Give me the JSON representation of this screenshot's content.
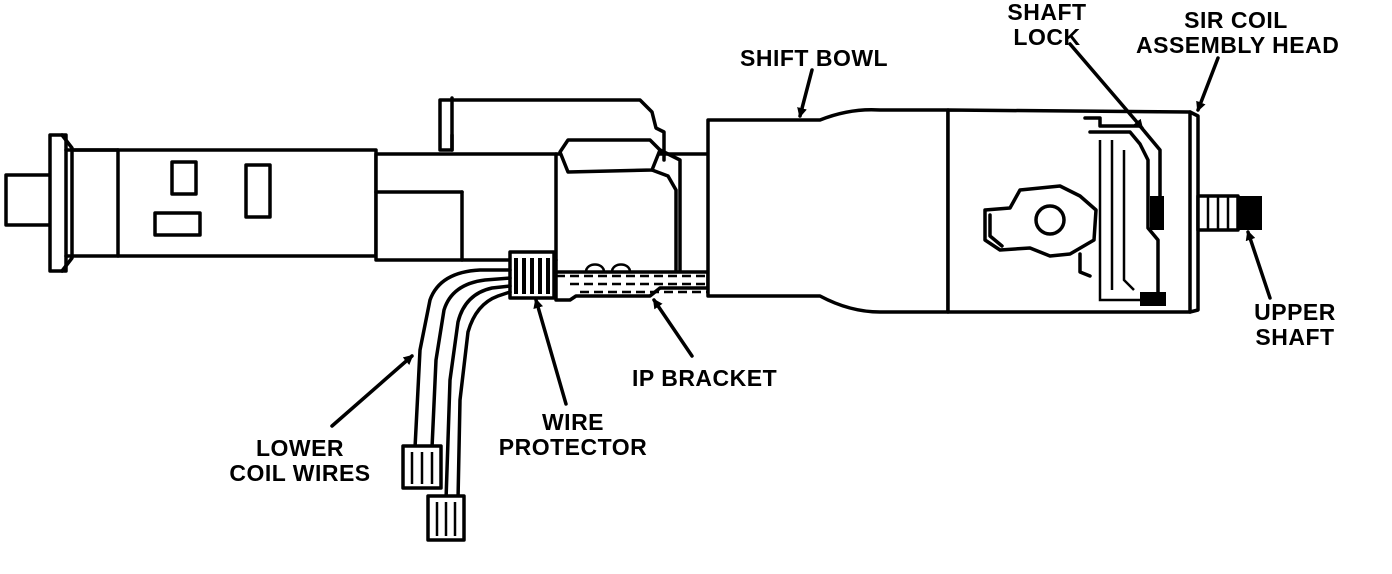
{
  "labels": {
    "shift_bowl": "SHIFT BOWL",
    "shaft_lock_1": "SHAFT",
    "shaft_lock_2": "LOCK",
    "sir_coil_1": "SIR COIL",
    "sir_coil_2": "ASSEMBLY HEAD",
    "upper_shaft_1": "UPPER",
    "upper_shaft_2": "SHAFT",
    "ip_bracket": "IP BRACKET",
    "wire_protector_1": "WIRE",
    "wire_protector_2": "PROTECTOR",
    "lower_coil_1": "LOWER",
    "lower_coil_2": "COIL WIRES"
  }
}
